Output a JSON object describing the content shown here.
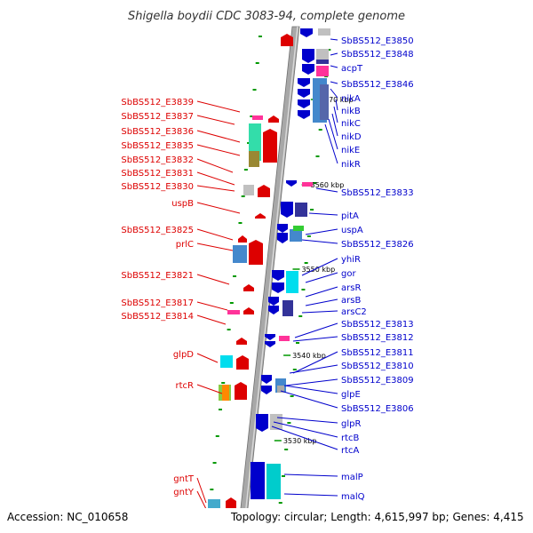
{
  "title": "Shigella boydii CDC 3083-94, complete genome",
  "footer": {
    "accession": "Accession: NC_010658",
    "summary": "Topology: circular; Length: 4,615,997 bp; Genes: 4,415"
  },
  "colors": {
    "left_strand": "#dd0000",
    "right_strand": "#0000cc",
    "backbone": "#9a9a9a",
    "tick": "#009900"
  },
  "ruler_labels": [
    {
      "text": "3570 kbp"
    },
    {
      "text": "3560 kbp"
    },
    {
      "text": "3550 kbp"
    },
    {
      "text": "3540 kbp"
    },
    {
      "text": "3530 kbp"
    }
  ],
  "left_genes": [
    {
      "label": "SbBS512_E3839"
    },
    {
      "label": "SbBS512_E3837"
    },
    {
      "label": "SbBS512_E3836"
    },
    {
      "label": "SbBS512_E3835"
    },
    {
      "label": "SbBS512_E3832"
    },
    {
      "label": "SbBS512_E3831"
    },
    {
      "label": "SbBS512_E3830"
    },
    {
      "label": "uspB"
    },
    {
      "label": "SbBS512_E3825"
    },
    {
      "label": "prlC"
    },
    {
      "label": "SbBS512_E3821"
    },
    {
      "label": "SbBS512_E3817"
    },
    {
      "label": "SbBS512_E3814"
    },
    {
      "label": "glpD"
    },
    {
      "label": "rtcR"
    },
    {
      "label": "gntT"
    },
    {
      "label": "gntY"
    }
  ],
  "right_genes": [
    {
      "label": "SbBS512_E3850"
    },
    {
      "label": "SbBS512_E3848"
    },
    {
      "label": "acpT"
    },
    {
      "label": "SbBS512_E3846"
    },
    {
      "label": "nikA"
    },
    {
      "label": "nikB"
    },
    {
      "label": "nikC"
    },
    {
      "label": "nikD"
    },
    {
      "label": "nikE"
    },
    {
      "label": "nikR"
    },
    {
      "label": "SbBS512_E3833"
    },
    {
      "label": "pitA"
    },
    {
      "label": "uspA"
    },
    {
      "label": "SbBS512_E3826"
    },
    {
      "label": "yhiR"
    },
    {
      "label": "gor"
    },
    {
      "label": "arsR"
    },
    {
      "label": "arsB"
    },
    {
      "label": "arsC2"
    },
    {
      "label": "SbBS512_E3813"
    },
    {
      "label": "SbBS512_E3812"
    },
    {
      "label": "SbBS512_E3811"
    },
    {
      "label": "SbBS512_E3810"
    },
    {
      "label": "SbBS512_E3809"
    },
    {
      "label": "glpE"
    },
    {
      "label": "SbBS512_E3806"
    },
    {
      "label": "glpR"
    },
    {
      "label": "rtcB"
    },
    {
      "label": "rtcA"
    },
    {
      "label": "malP"
    },
    {
      "label": "malQ"
    }
  ]
}
